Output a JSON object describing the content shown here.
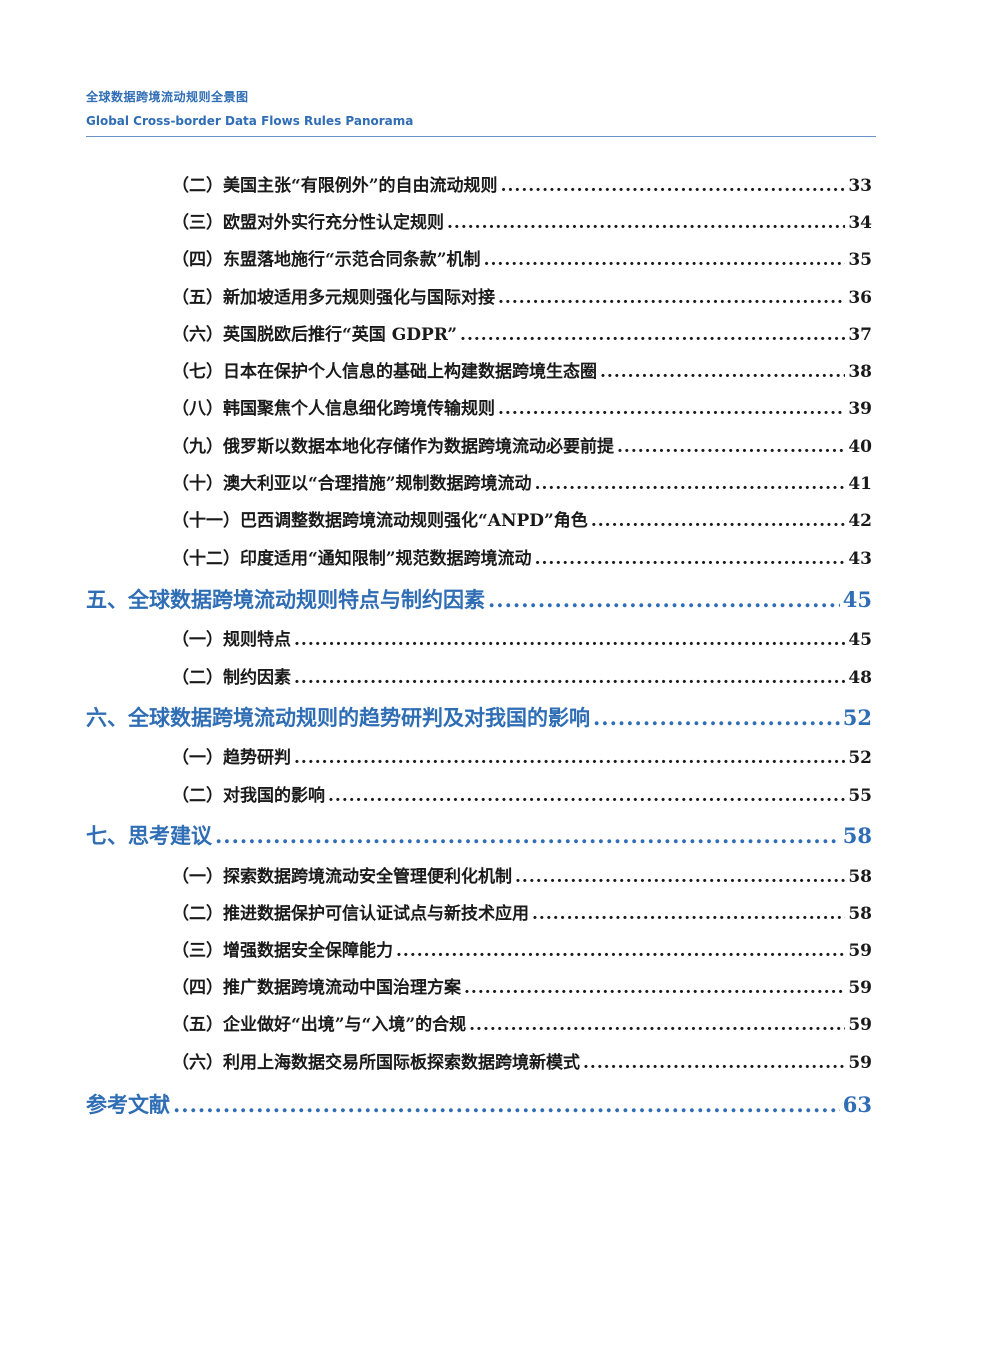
{
  "header": {
    "title_cn": "全球数据跨境流动规则全景图",
    "title_en": "Global Cross-border Data Flows Rules Panorama"
  },
  "toc": [
    {
      "level": "sub",
      "label": "（二）美国主张“有限例外”的自由流动规则",
      "page": "33"
    },
    {
      "level": "sub",
      "label": "（三）欧盟对外实行充分性认定规则",
      "page": "34"
    },
    {
      "level": "sub",
      "label": "（四）东盟落地施行“示范合同条款”机制",
      "page": "35"
    },
    {
      "level": "sub",
      "label": "（五）新加坡适用多元规则强化与国际对接",
      "page": "36"
    },
    {
      "level": "sub",
      "label": "（六）英国脱欧后推行“英国 GDPR”",
      "page": "37"
    },
    {
      "level": "sub",
      "label": "（七）日本在保护个人信息的基础上构建数据跨境生态圈",
      "page": "38"
    },
    {
      "level": "sub",
      "label": "（八）韩国聚焦个人信息细化跨境传输规则",
      "page": "39"
    },
    {
      "level": "sub",
      "label": "（九）俄罗斯以数据本地化存储作为数据跨境流动必要前提",
      "page": "40"
    },
    {
      "level": "sub",
      "label": "（十）澳大利亚以“合理措施”规制数据跨境流动",
      "page": "41"
    },
    {
      "level": "sub",
      "label": "（十一）巴西调整数据跨境流动规则强化“ANPD”角色",
      "page": "42"
    },
    {
      "level": "sub",
      "label": "（十二）印度适用“通知限制”规范数据跨境流动",
      "page": "43"
    },
    {
      "level": "main",
      "label": "五、全球数据跨境流动规则特点与制约因素",
      "page": "45"
    },
    {
      "level": "sub",
      "label": "（一）规则特点",
      "page": "45"
    },
    {
      "level": "sub",
      "label": "（二）制约因素",
      "page": "48"
    },
    {
      "level": "main",
      "label": "六、全球数据跨境流动规则的趋势研判及对我国的影响",
      "page": "52"
    },
    {
      "level": "sub",
      "label": "（一）趋势研判",
      "page": "52"
    },
    {
      "level": "sub",
      "label": "（二）对我国的影响",
      "page": "55"
    },
    {
      "level": "main",
      "label": "七、思考建议",
      "page": "58"
    },
    {
      "level": "sub",
      "label": "（一）探索数据跨境流动安全管理便利化机制",
      "page": "58"
    },
    {
      "level": "sub",
      "label": "（二）推进数据保护可信认证试点与新技术应用",
      "page": "58"
    },
    {
      "level": "sub",
      "label": "（三）增强数据安全保障能力",
      "page": "59"
    },
    {
      "level": "sub",
      "label": "（四）推广数据跨境流动中国治理方案",
      "page": "59"
    },
    {
      "level": "sub",
      "label": "（五）企业做好“出境”与“入境”的合规",
      "page": "59"
    },
    {
      "level": "sub",
      "label": "（六）利用上海数据交易所国际板探索数据跨境新模式",
      "page": "59"
    },
    {
      "level": "main",
      "label": "参考文献",
      "page": "63"
    }
  ]
}
